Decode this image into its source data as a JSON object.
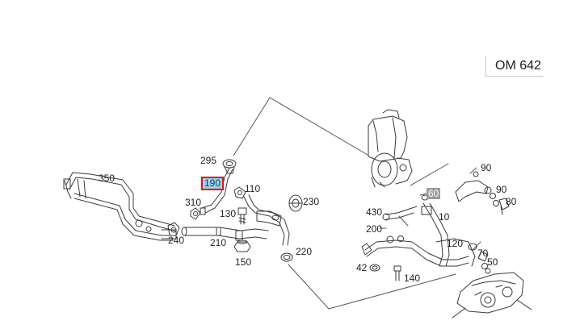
{
  "engine_label": "OM 642",
  "selected_part": "190",
  "parts": [
    {
      "id": "350",
      "label": "350"
    },
    {
      "id": "295",
      "label": "295"
    },
    {
      "id": "190",
      "label": "190",
      "state": "selected"
    },
    {
      "id": "110",
      "label": "110"
    },
    {
      "id": "310",
      "label": "310"
    },
    {
      "id": "230",
      "label": "230"
    },
    {
      "id": "130",
      "label": "130"
    },
    {
      "id": "240",
      "label": "240"
    },
    {
      "id": "210",
      "label": "210"
    },
    {
      "id": "220",
      "label": "220"
    },
    {
      "id": "150",
      "label": "150"
    },
    {
      "id": "90a",
      "label": "90"
    },
    {
      "id": "90b",
      "label": "90"
    },
    {
      "id": "80",
      "label": "80"
    },
    {
      "id": "60",
      "label": "60",
      "state": "dimmed"
    },
    {
      "id": "430",
      "label": "430"
    },
    {
      "id": "10",
      "label": "10"
    },
    {
      "id": "200",
      "label": "200"
    },
    {
      "id": "120",
      "label": "120"
    },
    {
      "id": "70",
      "label": "70"
    },
    {
      "id": "50",
      "label": "50"
    },
    {
      "id": "42",
      "label": "42"
    },
    {
      "id": "140",
      "label": "140"
    }
  ]
}
